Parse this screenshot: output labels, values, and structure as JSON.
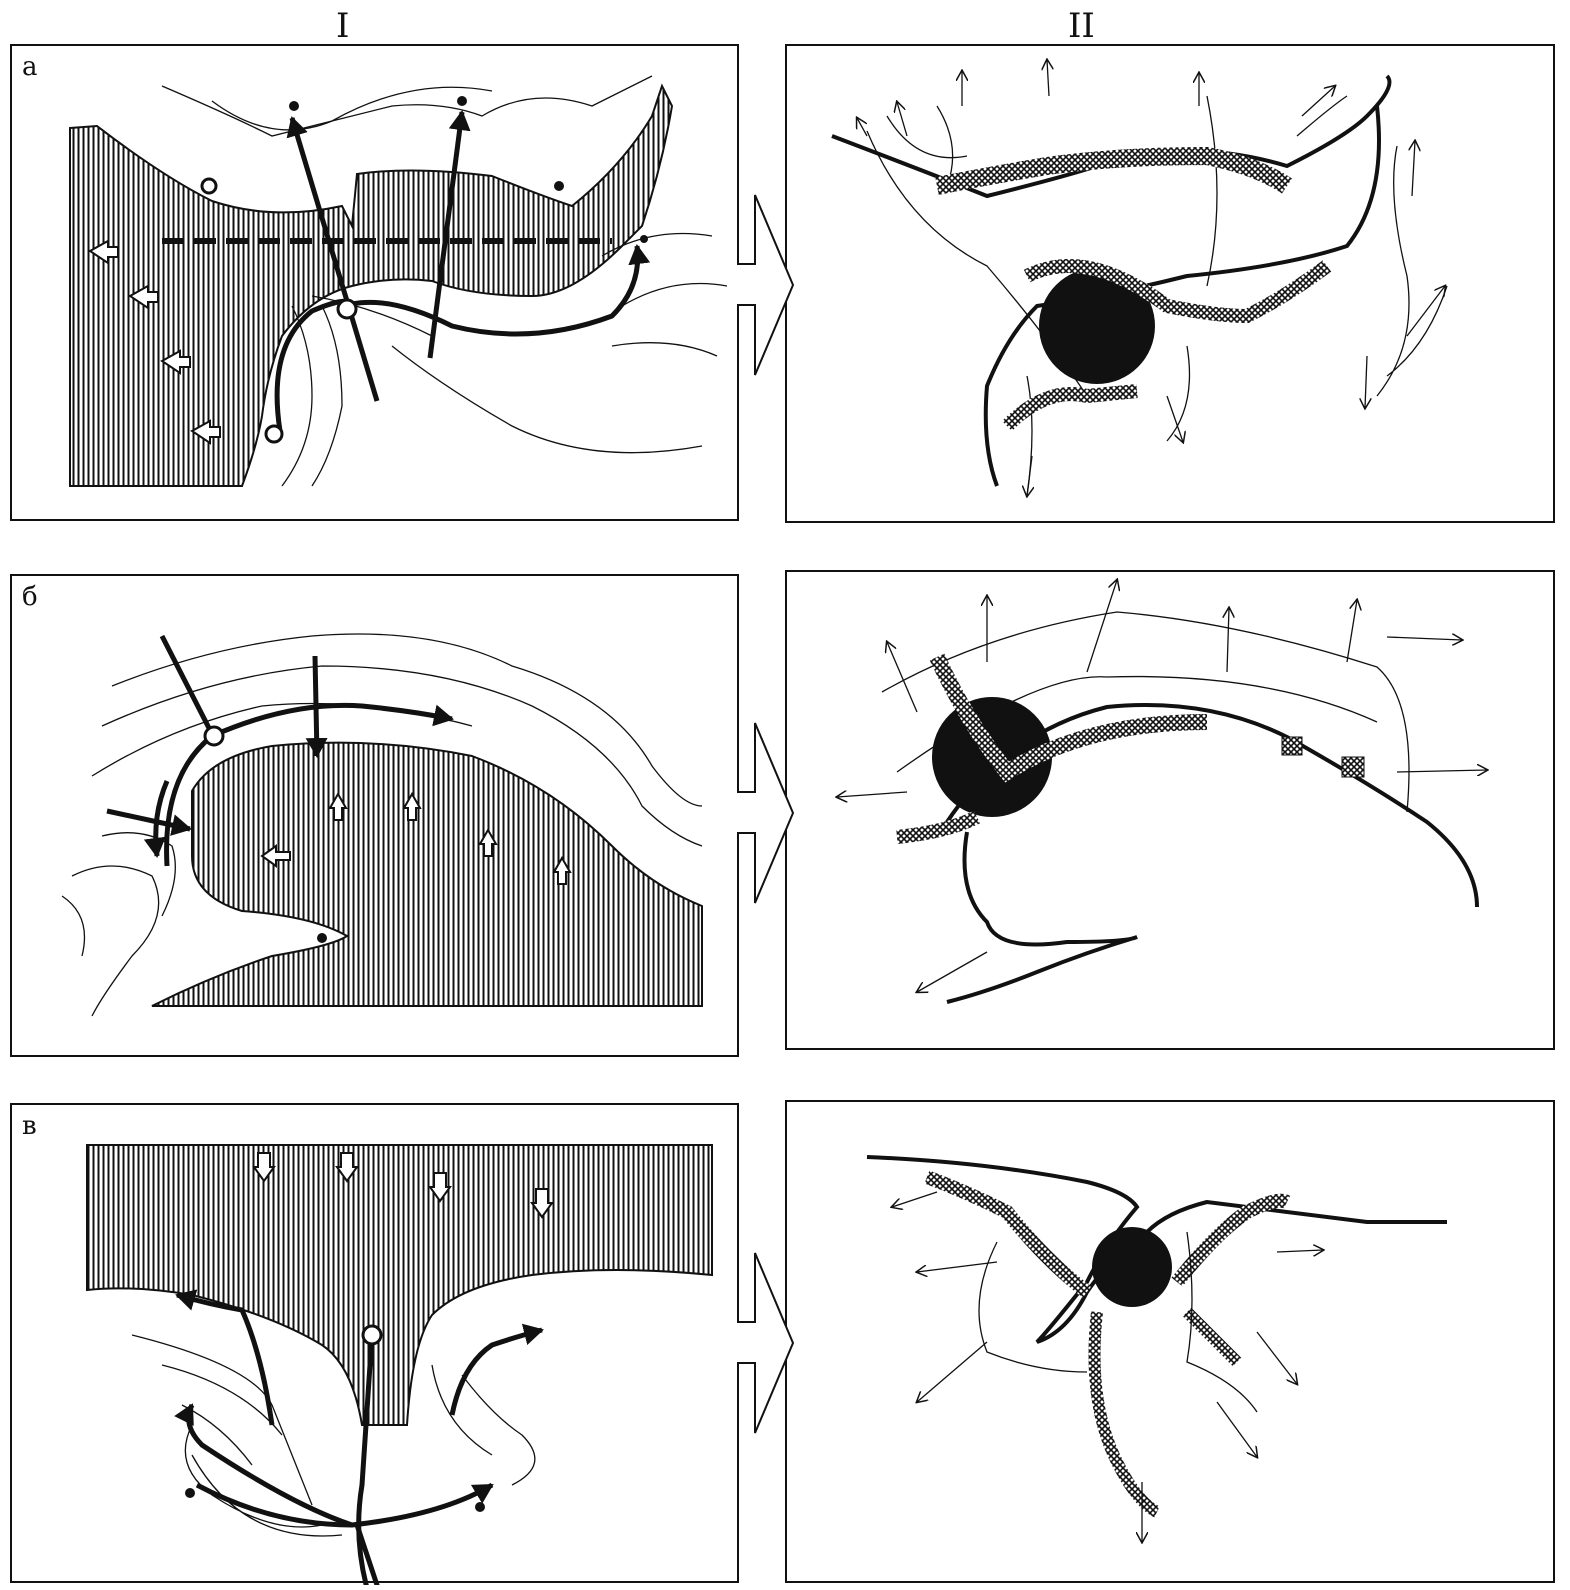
{
  "columns": {
    "left": "I",
    "right": "II"
  },
  "rows": [
    {
      "label": "а"
    },
    {
      "label": "б"
    },
    {
      "label": "в"
    }
  ],
  "colors": {
    "ink": "#111111",
    "paper": "#ffffff"
  }
}
